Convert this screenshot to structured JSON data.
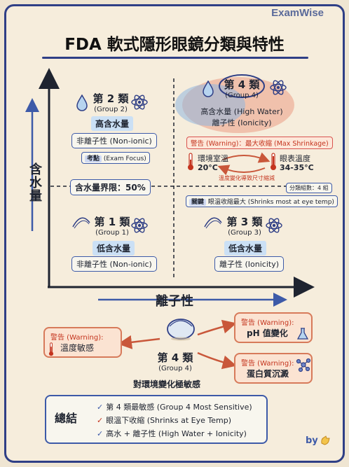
{
  "brand": "ExamWise",
  "title": "FDA 軟式隱形眼鏡分類與特性",
  "axes": {
    "y_label": "含水量",
    "x_label": "離子性",
    "threshold": "含水量界限：50%"
  },
  "group2": {
    "title": "第 2 類",
    "sub": "(Group 2)",
    "water": "高含水量",
    "ion": "非離子性 (Non-ionic)",
    "focus_tag": "考點",
    "focus_text": "(Exam Focus)"
  },
  "group4": {
    "title": "第 4 類",
    "sub": "(Group 4)",
    "water": "高含水量 (High Water)",
    "ion": "離子性 (Ionicity)",
    "warning": "警告 (Warning)：最大收縮 (Max Shrinkage)",
    "room_temp_label": "環境室溫",
    "room_temp": "20°C",
    "eye_temp_label": "眼表溫度",
    "eye_temp": "34-35°C",
    "change_note": "溫度變化導致尺寸縮減",
    "count_tag": "分類組數：4 組",
    "key_tag": "關鍵",
    "key_text": "眼溫收縮最大 (Shrinks most at eye temp)"
  },
  "group1": {
    "title": "第 1 類",
    "sub": "(Group 1)",
    "water": "低含水量",
    "ion": "非離子性 (Non-ionic)"
  },
  "group3": {
    "title": "第 3 類",
    "sub": "(Group 3)",
    "water": "低含水量",
    "ion": "離子性 (Ionicity)"
  },
  "sensitivity": {
    "center_title": "第 4 類",
    "center_sub": "(Group 4)",
    "center_caption": "對環境變化極敏感",
    "left_warn": "警告 (Warning):",
    "left_text": "溫度敏感",
    "tr_warn": "警告 (Warning):",
    "tr_text": "pH 值變化",
    "br_warn": "警告 (Warning):",
    "br_text": "蛋白質沉澱"
  },
  "summary": {
    "label": "總結",
    "items": [
      "第 4 類最敏感 (Group 4 Most Sensitive)",
      "眼溫下收縮 (Shrinks at Eye Temp)",
      "高水 + 離子性 (High Water + Ionicity)"
    ]
  },
  "footer": "by",
  "colors": {
    "navy": "#2f3f86",
    "accent_blue": "#3d5aa8",
    "warning_red": "#c4341e",
    "water_blue": "#cbe0f5",
    "warm_card": "#fbe3d2"
  }
}
